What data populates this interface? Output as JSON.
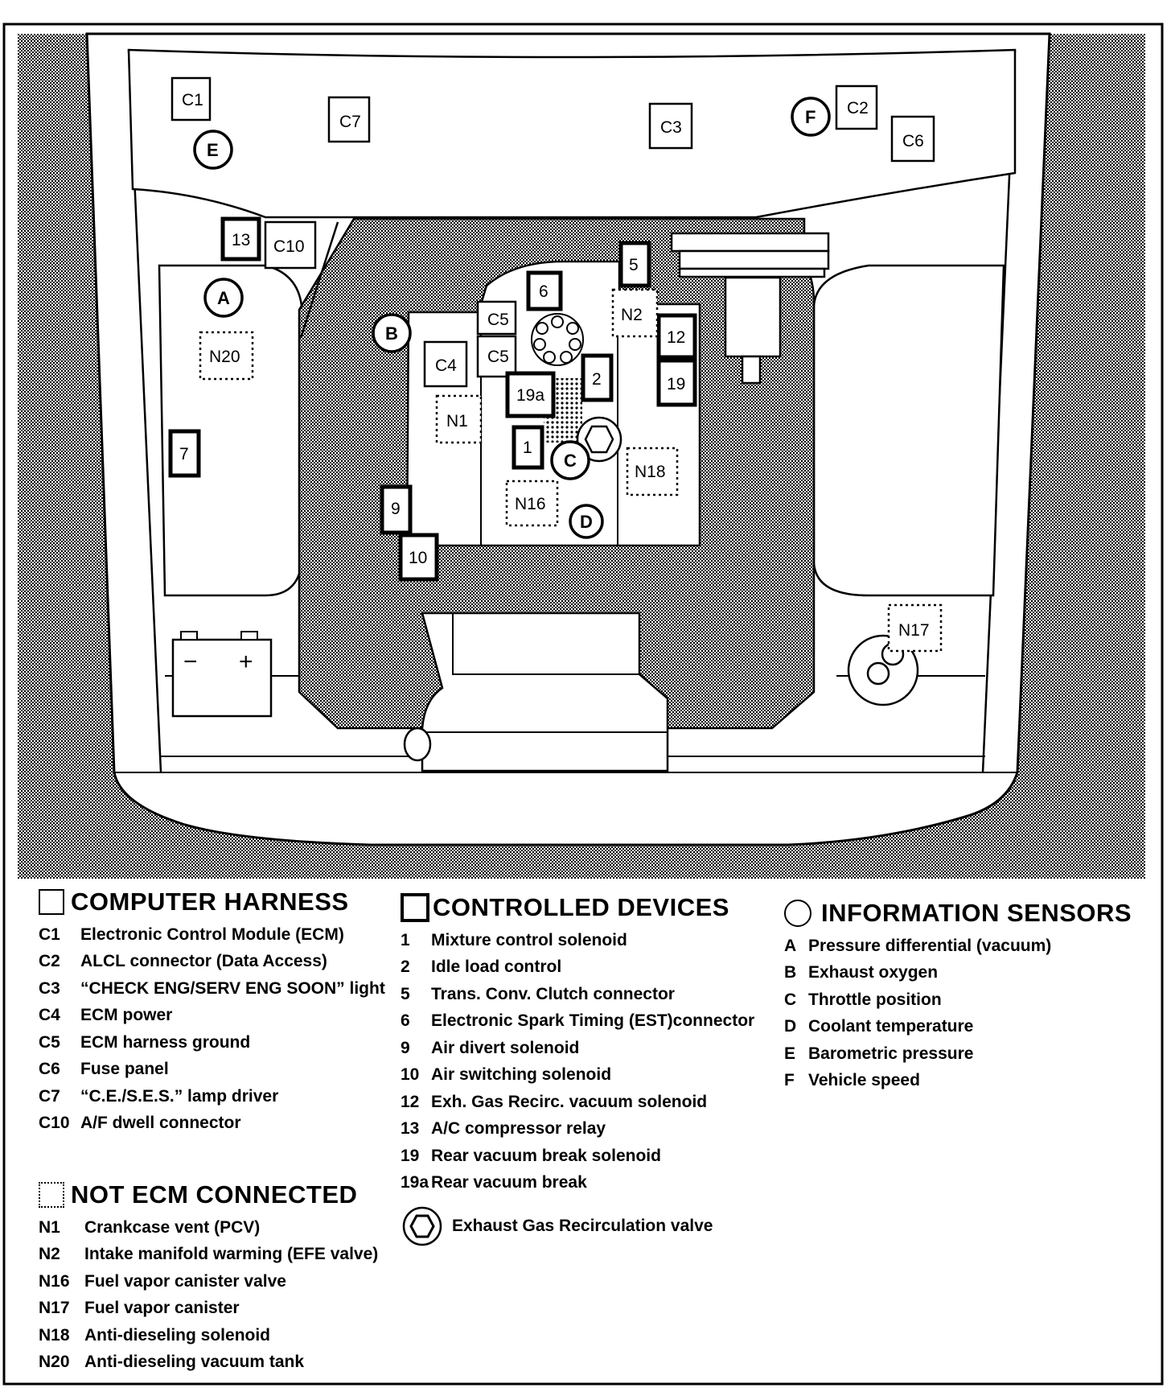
{
  "components": {
    "C1": "C1",
    "C2": "C2",
    "C3": "C3",
    "C4": "C4",
    "C5a": "C5",
    "C5b": "C5",
    "C6": "C6",
    "C7": "C7",
    "C10": "C10",
    "n1": "1",
    "n2": "2",
    "n5": "5",
    "n6": "6",
    "n7": "7",
    "n9": "9",
    "n10": "10",
    "n12": "12",
    "n13": "13",
    "n19": "19",
    "n19a": "19a",
    "N1": "N1",
    "N2": "N2",
    "N16": "N16",
    "N17": "N17",
    "N18": "N18",
    "N20": "N20",
    "A": "A",
    "B": "B",
    "C": "C",
    "D": "D",
    "E": "E",
    "F": "F",
    "battery_minus": "−",
    "battery_plus": "+"
  },
  "legend": {
    "computer_harness": {
      "title": "COMPUTER HARNESS",
      "items": [
        {
          "code": "C1",
          "label": "Electronic Control Module (ECM)"
        },
        {
          "code": "C2",
          "label": "ALCL connector (Data Access)"
        },
        {
          "code": "C3",
          "label": "“CHECK ENG/SERV ENG SOON” light"
        },
        {
          "code": "C4",
          "label": "ECM power"
        },
        {
          "code": "C5",
          "label": "ECM harness ground"
        },
        {
          "code": "C6",
          "label": "Fuse panel"
        },
        {
          "code": "C7",
          "label": "“C.E./S.E.S.” lamp driver"
        },
        {
          "code": "C10",
          "label": "A/F dwell connector"
        }
      ]
    },
    "not_ecm_connected": {
      "title": "NOT ECM CONNECTED",
      "items": [
        {
          "code": "N1",
          "label": "Crankcase vent (PCV)"
        },
        {
          "code": "N2",
          "label": "Intake manifold warming (EFE valve)"
        },
        {
          "code": "N16",
          "label": "Fuel vapor canister valve"
        },
        {
          "code": "N17",
          "label": "Fuel vapor canister"
        },
        {
          "code": "N18",
          "label": "Anti-dieseling solenoid"
        },
        {
          "code": "N20",
          "label": "Anti-dieseling vacuum tank"
        }
      ]
    },
    "controlled_devices": {
      "title": "CONTROLLED DEVICES",
      "items": [
        {
          "code": "1",
          "label": "Mixture control solenoid"
        },
        {
          "code": "2",
          "label": "Idle load control"
        },
        {
          "code": "5",
          "label": "Trans. Conv. Clutch connector"
        },
        {
          "code": "6",
          "label": "Electronic Spark Timing (EST)connector"
        },
        {
          "code": "9",
          "label": "Air divert solenoid"
        },
        {
          "code": "10",
          "label": "Air switching solenoid"
        },
        {
          "code": "12",
          "label": "Exh. Gas Recirc. vacuum solenoid"
        },
        {
          "code": "13",
          "label": "A/C compressor relay"
        },
        {
          "code": "19",
          "label": "Rear vacuum break solenoid"
        },
        {
          "code": "19a",
          "label": "Rear vacuum break"
        }
      ],
      "egr_label": "Exhaust Gas Recirculation valve"
    },
    "information_sensors": {
      "title": "INFORMATION SENSORS",
      "items": [
        {
          "code": "A",
          "label": "Pressure differential (vacuum)"
        },
        {
          "code": "B",
          "label": "Exhaust oxygen"
        },
        {
          "code": "C",
          "label": "Throttle position"
        },
        {
          "code": "D",
          "label": "Coolant temperature"
        },
        {
          "code": "E",
          "label": "Barometric pressure"
        },
        {
          "code": "F",
          "label": "Vehicle speed"
        }
      ]
    }
  }
}
